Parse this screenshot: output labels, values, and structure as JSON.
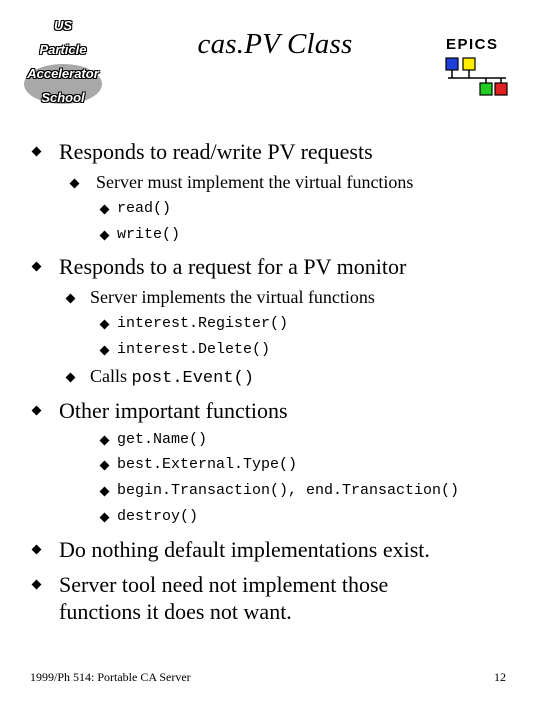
{
  "header": {
    "logo_lines": [
      "US",
      "Particle",
      "Accelerator",
      "School"
    ],
    "title": "cas.PV Class",
    "epics_label": "EPICS"
  },
  "content": {
    "b1": {
      "text": "Responds to read/write PV requests",
      "sub": {
        "text": "Server must implement the virtual functions",
        "items": [
          "read()",
          "write()"
        ]
      }
    },
    "b2": {
      "text": "Responds to a request for a PV monitor",
      "sub1": {
        "text": "Server implements the virtual functions",
        "items": [
          "interest.Register()",
          "interest.Delete()"
        ]
      },
      "sub2": {
        "prefix": "Calls",
        "code": "post.Event()"
      }
    },
    "b3": {
      "text": "Other important functions",
      "items": [
        "get.Name()",
        "best.External.Type()",
        "begin.Transaction(), end.Transaction()",
        "destroy()"
      ]
    },
    "b4": {
      "text": "Do nothing default implementations exist."
    },
    "b5": {
      "line1": "Server tool need not implement those",
      "line2": "functions it does not want."
    }
  },
  "footer": {
    "left": "1999/Ph 514: Portable CA Server",
    "page_number": "12"
  },
  "colors": {
    "epics_blue": "#1f3fd8",
    "epics_yellow": "#ffee00",
    "epics_green": "#22cc22",
    "epics_red": "#e02020",
    "logo_grey": "#a8a8a8"
  }
}
